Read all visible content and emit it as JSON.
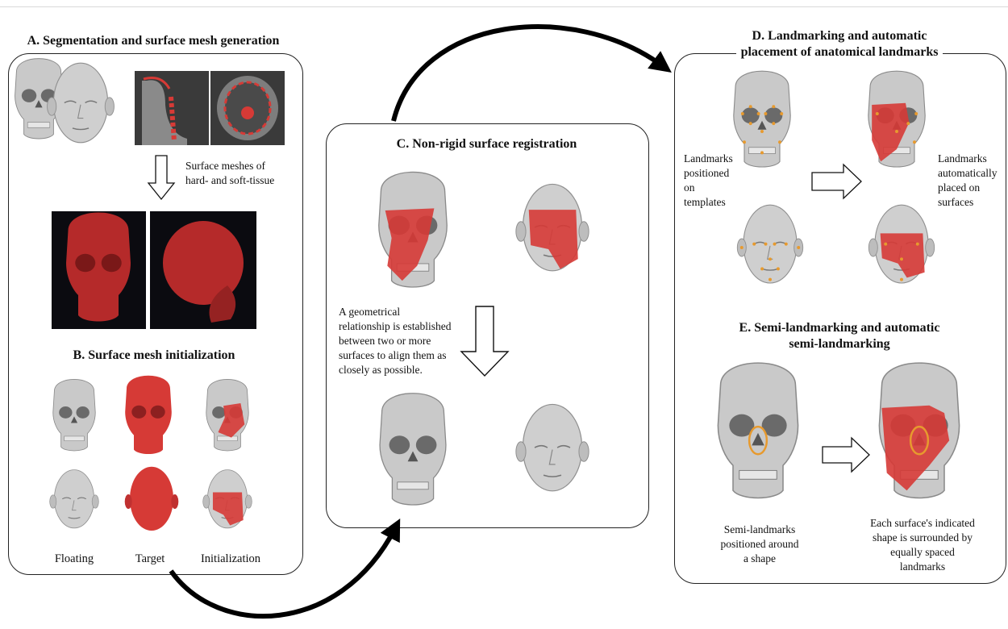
{
  "panels": {
    "a": {
      "title": "A. Segmentation and surface mesh generation",
      "arrow_caption": [
        "Surface meshes of",
        "hard- and soft-tissue"
      ]
    },
    "b": {
      "title": "B. Surface mesh initialization",
      "labels": [
        "Floating",
        "Target",
        "Initialization"
      ]
    },
    "c": {
      "title": "C. Non-rigid surface registration",
      "caption": [
        "A geometrical",
        "relationship is established",
        "between two or more",
        "surfaces to align them as",
        "closely as possible."
      ]
    },
    "d": {
      "title": [
        "D. Landmarking and automatic",
        "placement of anatomical landmarks"
      ],
      "left_caption": [
        "Landmarks",
        "positioned",
        "on",
        "templates"
      ],
      "right_caption": [
        "Landmarks",
        "automatically",
        "placed on",
        "surfaces"
      ]
    },
    "e": {
      "title": [
        "E. Semi-landmarking and automatic",
        "semi-landmarking"
      ],
      "left_caption": [
        "Semi-landmarks",
        "positioned around",
        "a shape"
      ],
      "right_caption": [
        "Each surface's indicated",
        "shape is surrounded by",
        "equally spaced",
        "landmarks"
      ]
    }
  },
  "colors": {
    "overlay_red": "#d63a36",
    "bone_grey": "#c9c9c9",
    "landmark_orange": "#e79a2e",
    "ct_dark": "#3a3a3a"
  },
  "icons": [
    "down-arrow-icon",
    "right-arrow-icon",
    "curved-arrow-icon",
    "skull-icon",
    "face-icon"
  ]
}
